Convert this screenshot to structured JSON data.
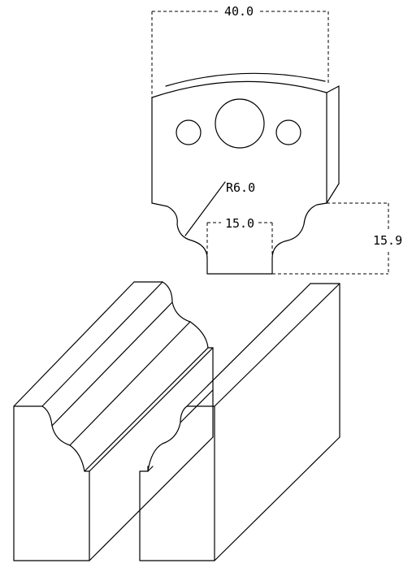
{
  "dimensions": {
    "width": "40.0",
    "radius": "R6.0",
    "slot_width": "15.0",
    "height": "15.9"
  }
}
